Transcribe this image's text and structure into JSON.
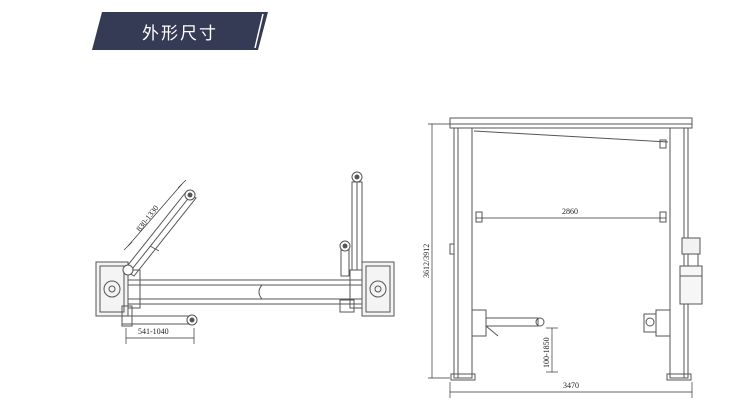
{
  "header": {
    "title": "外形尺寸",
    "bg_color": "#353a55",
    "accent_color": "#6d7290"
  },
  "dimensions": {
    "arm_length": "830-1330",
    "arm_reach": "541-1040",
    "height": "3612/3912",
    "inner_width": "2860",
    "pad_height": "100-1850",
    "overall_width": "3470"
  },
  "colors": {
    "line": "#555555",
    "dim_line": "#333333"
  }
}
